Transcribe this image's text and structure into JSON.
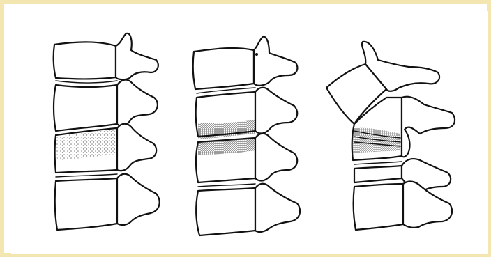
{
  "figure": {
    "frame_color": "#f3e6b0",
    "ink_color": "#111111",
    "panels": [
      {
        "name": "spine-segment-normal-with-end-plate-stippling"
      },
      {
        "name": "spine-segment-disc-narrowing-stippled"
      },
      {
        "name": "spine-segment-wedge-fracture-displaced"
      }
    ]
  }
}
